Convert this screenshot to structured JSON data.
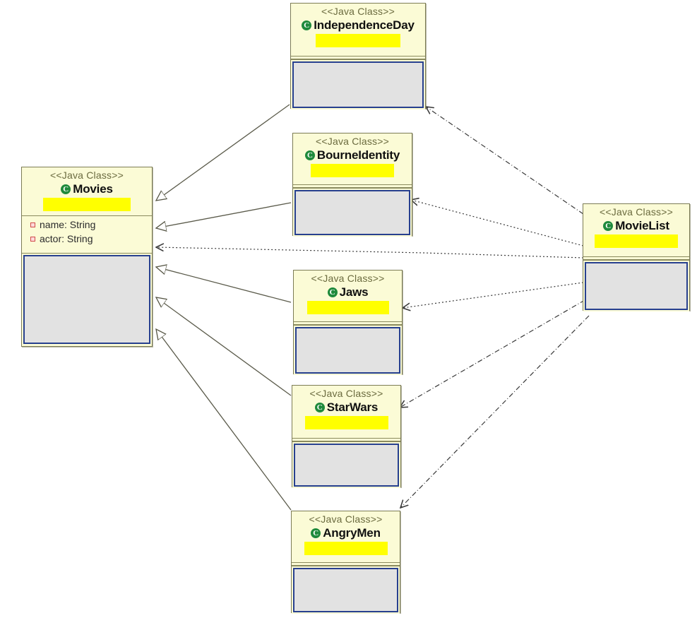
{
  "diagram": {
    "title": "UML Class Diagram",
    "type": "uml-class-diagram",
    "stereotype_label": "<<Java Class>>",
    "class_icon": "C",
    "background_color": "#ffffff",
    "node_fill": "#fbfbd6",
    "node_border": "#7c7c55",
    "ops_fill": "#e2e2e2",
    "ops_border": "#27408f",
    "redaction_color": "#ffff00",
    "field_icon_color": "#d04a4a",
    "class_icon_color": "#1f8a3c"
  },
  "classes": {
    "movies": {
      "stereotype": "<<Java Class>>",
      "name": "Movies",
      "icon": "class-icon",
      "attributes": [
        {
          "icon": "private-field-icon",
          "text": "name: String"
        },
        {
          "icon": "private-field-icon",
          "text": "actor: String"
        }
      ],
      "operations": []
    },
    "independence_day": {
      "stereotype": "<<Java Class>>",
      "name": "IndependenceDay",
      "icon": "class-icon",
      "attributes": [],
      "operations": []
    },
    "bourne_identity": {
      "stereotype": "<<Java Class>>",
      "name": "BourneIdentity",
      "icon": "class-icon",
      "attributes": [],
      "operations": []
    },
    "jaws": {
      "stereotype": "<<Java Class>>",
      "name": "Jaws",
      "icon": "class-icon",
      "attributes": [],
      "operations": []
    },
    "star_wars": {
      "stereotype": "<<Java Class>>",
      "name": "StarWars",
      "icon": "class-icon",
      "attributes": [],
      "operations": []
    },
    "angry_men": {
      "stereotype": "<<Java Class>>",
      "name": "AngryMen",
      "icon": "class-icon",
      "attributes": [],
      "operations": []
    },
    "movie_list": {
      "stereotype": "<<Java Class>>",
      "name": "MovieList",
      "icon": "class-icon",
      "attributes": [],
      "operations": []
    }
  },
  "relationships": [
    {
      "kind": "generalization",
      "from": "IndependenceDay",
      "to": "Movies",
      "line": "solid",
      "arrowhead": "hollow-triangle"
    },
    {
      "kind": "generalization",
      "from": "BourneIdentity",
      "to": "Movies",
      "line": "solid",
      "arrowhead": "hollow-triangle"
    },
    {
      "kind": "generalization",
      "from": "Jaws",
      "to": "Movies",
      "line": "solid",
      "arrowhead": "hollow-triangle"
    },
    {
      "kind": "generalization",
      "from": "StarWars",
      "to": "Movies",
      "line": "solid",
      "arrowhead": "hollow-triangle"
    },
    {
      "kind": "generalization",
      "from": "AngryMen",
      "to": "Movies",
      "line": "solid",
      "arrowhead": "hollow-triangle"
    },
    {
      "kind": "dependency",
      "from": "MovieList",
      "to": "Movies",
      "line": "dotted",
      "arrowhead": "open-arrow"
    },
    {
      "kind": "dependency",
      "from": "MovieList",
      "to": "IndependenceDay",
      "line": "dash-dot",
      "arrowhead": "open-arrow"
    },
    {
      "kind": "dependency",
      "from": "MovieList",
      "to": "BourneIdentity",
      "line": "dotted",
      "arrowhead": "open-arrow"
    },
    {
      "kind": "dependency",
      "from": "MovieList",
      "to": "Jaws",
      "line": "dotted",
      "arrowhead": "open-arrow"
    },
    {
      "kind": "dependency",
      "from": "MovieList",
      "to": "StarWars",
      "line": "dash-dot",
      "arrowhead": "open-arrow"
    },
    {
      "kind": "dependency",
      "from": "MovieList",
      "to": "AngryMen",
      "line": "dash-dot",
      "arrowhead": "open-arrow"
    }
  ]
}
